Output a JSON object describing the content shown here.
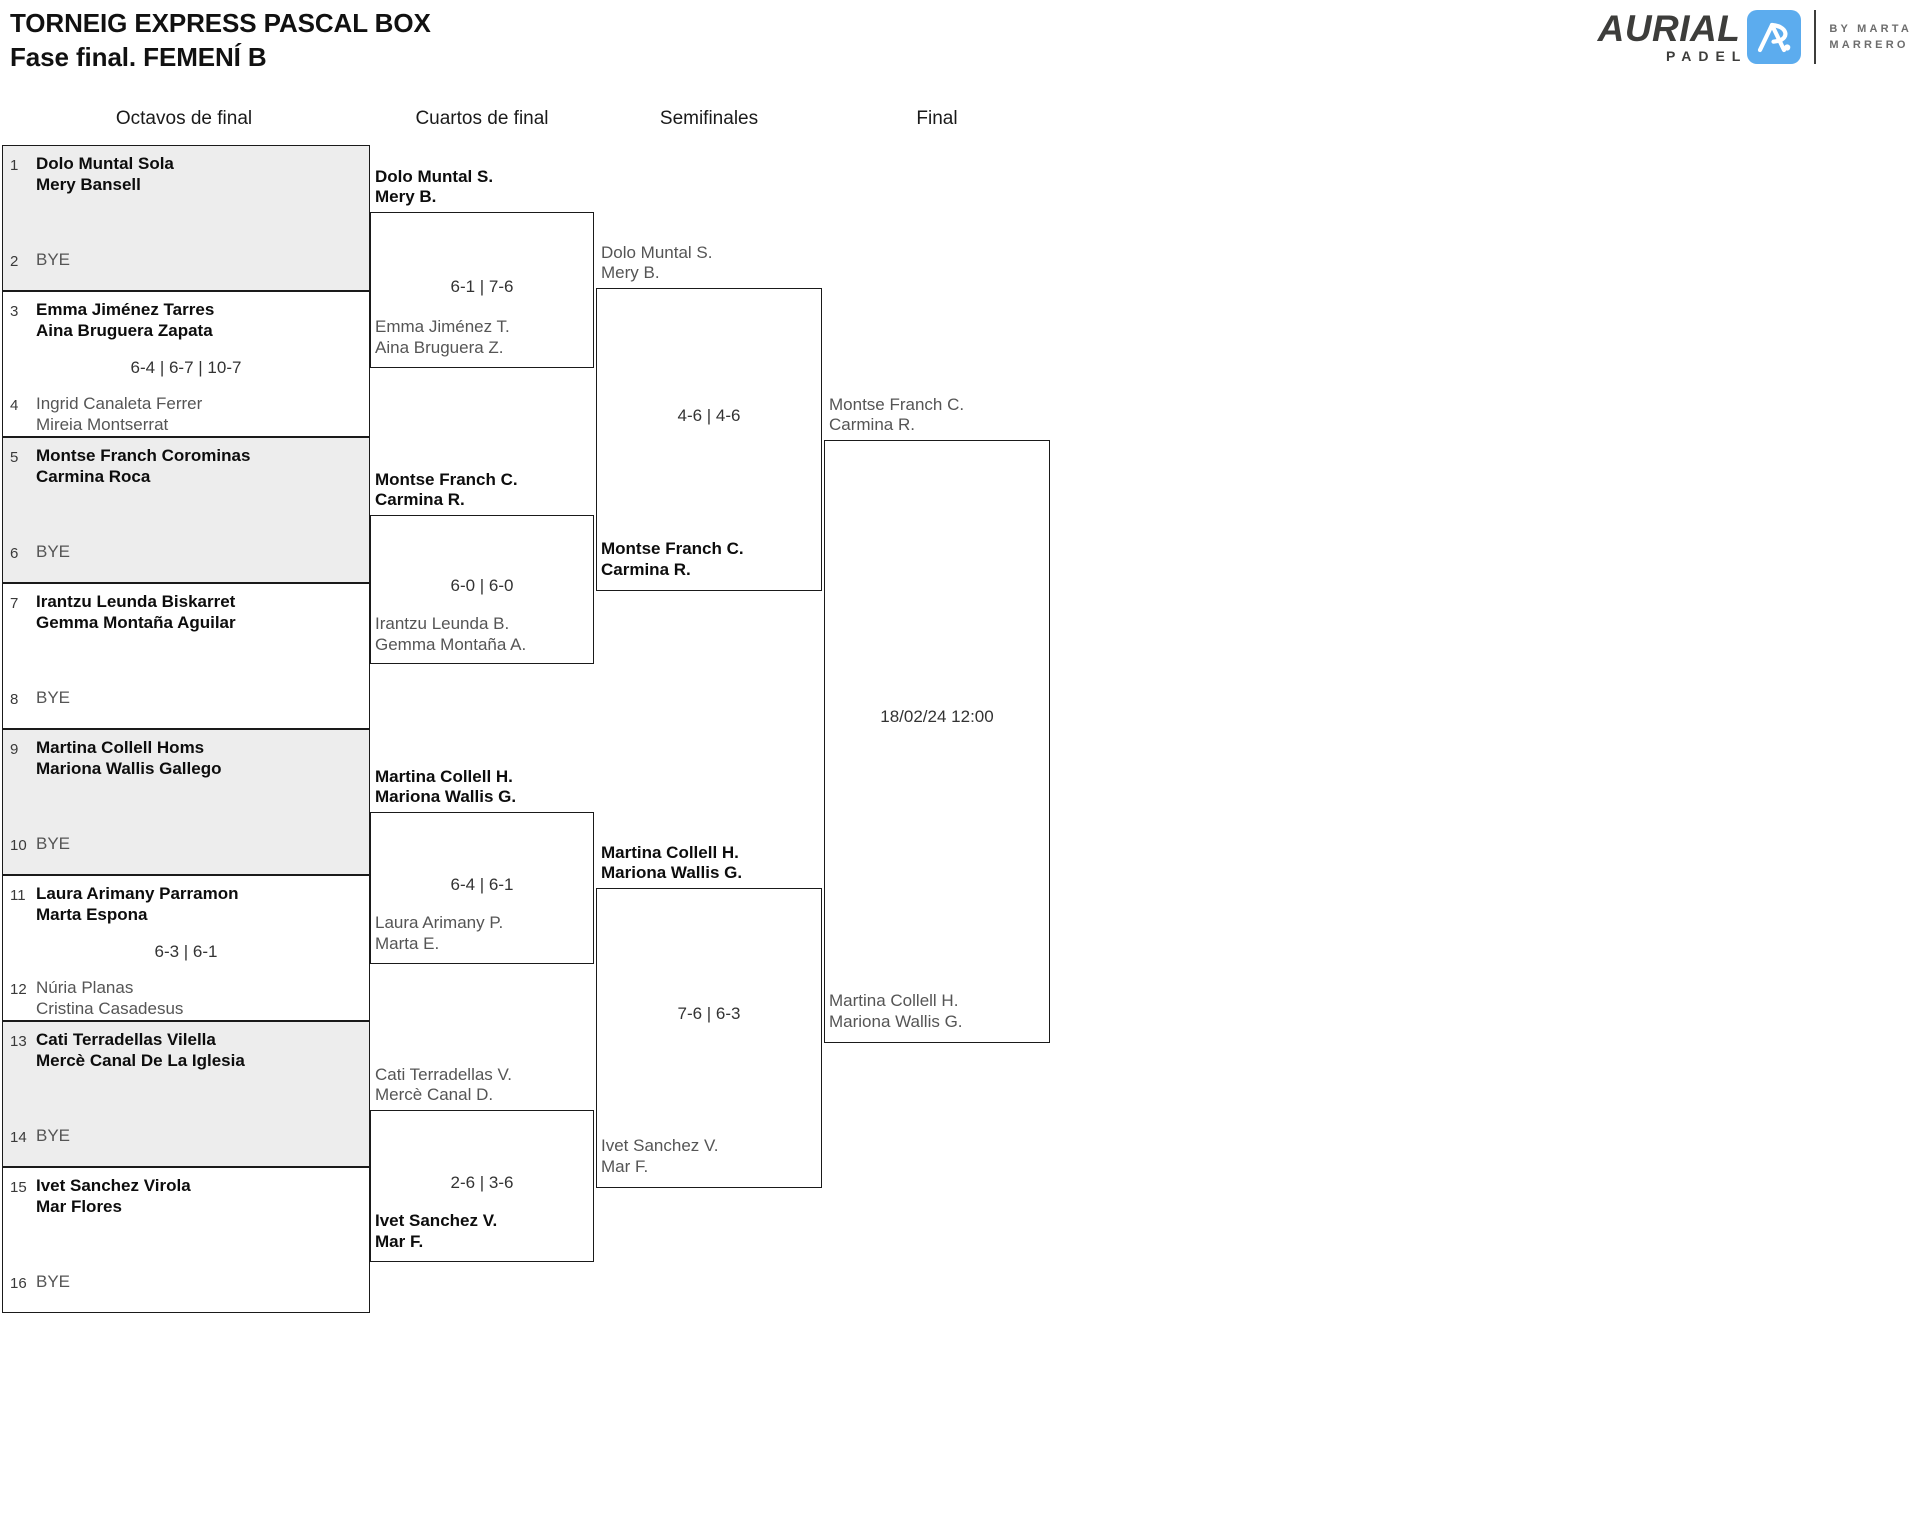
{
  "header": {
    "title_line1": "TORNEIG EXPRESS PASCAL BOX",
    "title_line2": "Fase final. FEMENÍ B"
  },
  "logo": {
    "word": "AURIAL",
    "sub": "PADEL",
    "by_line1": "BY MARTA",
    "by_line2": "MARRERO",
    "mark_color": "#5cacee",
    "text_color": "#3d3d3b"
  },
  "rounds": [
    {
      "label": "Octavos de final"
    },
    {
      "label": "Cuartos de final"
    },
    {
      "label": "Semifinales"
    },
    {
      "label": "Final"
    }
  ],
  "round1": [
    {
      "shaded": true,
      "top_seed": "1",
      "top_names": [
        "Dolo Muntal Sola",
        "Mery Bansell"
      ],
      "top_state": "win",
      "bot_seed": "2",
      "bot_names": [
        "BYE"
      ],
      "bot_state": "bye",
      "score": ""
    },
    {
      "shaded": false,
      "top_seed": "3",
      "top_names": [
        "Emma Jiménez Tarres",
        "Aina Bruguera Zapata"
      ],
      "top_state": "win",
      "bot_seed": "4",
      "bot_names": [
        "Ingrid Canaleta Ferrer",
        "Mireia Montserrat"
      ],
      "bot_state": "lose",
      "score": "6-4 | 6-7 | 10-7"
    },
    {
      "shaded": true,
      "top_seed": "5",
      "top_names": [
        "Montse Franch Corominas",
        "Carmina Roca"
      ],
      "top_state": "win",
      "bot_seed": "6",
      "bot_names": [
        "BYE"
      ],
      "bot_state": "bye",
      "score": ""
    },
    {
      "shaded": false,
      "top_seed": "7",
      "top_names": [
        "Irantzu Leunda Biskarret",
        "Gemma Montaña Aguilar"
      ],
      "top_state": "win",
      "bot_seed": "8",
      "bot_names": [
        "BYE"
      ],
      "bot_state": "bye",
      "score": ""
    },
    {
      "shaded": true,
      "top_seed": "9",
      "top_names": [
        "Martina Collell Homs",
        "Mariona Wallis Gallego"
      ],
      "top_state": "win",
      "bot_seed": "10",
      "bot_names": [
        "BYE"
      ],
      "bot_state": "bye",
      "score": ""
    },
    {
      "shaded": false,
      "top_seed": "11",
      "top_names": [
        "Laura Arimany Parramon",
        "Marta Espona"
      ],
      "top_state": "win",
      "bot_seed": "12",
      "bot_names": [
        "Núria Planas",
        "Cristina Casadesus"
      ],
      "bot_state": "lose",
      "score": "6-3 | 6-1"
    },
    {
      "shaded": true,
      "top_seed": "13",
      "top_names": [
        "Cati Terradellas Vilella",
        "Mercè Canal De La Iglesia"
      ],
      "top_state": "win",
      "bot_seed": "14",
      "bot_names": [
        "BYE"
      ],
      "bot_state": "bye",
      "score": ""
    },
    {
      "shaded": false,
      "top_seed": "15",
      "top_names": [
        "Ivet Sanchez Virola",
        "Mar Flores"
      ],
      "top_state": "win",
      "bot_seed": "16",
      "bot_names": [
        "BYE"
      ],
      "bot_state": "bye",
      "score": ""
    }
  ],
  "round2": [
    {
      "top_names": [
        "Dolo Muntal S.",
        "Mery B."
      ],
      "top_state": "win",
      "bot_names": [
        "Emma Jiménez T.",
        "Aina Bruguera Z."
      ],
      "bot_state": "lose",
      "score": "6-1 | 7-6"
    },
    {
      "top_names": [
        "Montse Franch C.",
        "Carmina R."
      ],
      "top_state": "win",
      "bot_names": [
        "Irantzu Leunda B.",
        "Gemma Montaña A."
      ],
      "bot_state": "lose",
      "score": "6-0 | 6-0"
    },
    {
      "top_names": [
        "Martina Collell H.",
        "Mariona Wallis G."
      ],
      "top_state": "win",
      "bot_names": [
        "Laura Arimany P.",
        "Marta E."
      ],
      "bot_state": "lose",
      "score": "6-4 | 6-1"
    },
    {
      "top_names": [
        "Cati Terradellas V.",
        "Mercè Canal D."
      ],
      "top_state": "lose",
      "bot_names": [
        "Ivet Sanchez V.",
        "Mar F."
      ],
      "bot_state": "win",
      "score": "2-6 | 3-6"
    }
  ],
  "round3": [
    {
      "top_names": [
        "Dolo Muntal S.",
        "Mery B."
      ],
      "top_state": "lose",
      "bot_names": [
        "Montse Franch C.",
        "Carmina R."
      ],
      "bot_state": "win",
      "score": "4-6 | 4-6"
    },
    {
      "top_names": [
        "Martina Collell H.",
        "Mariona Wallis G."
      ],
      "top_state": "win",
      "bot_names": [
        "Ivet Sanchez V.",
        "Mar F."
      ],
      "bot_state": "lose",
      "score": "7-6 | 6-3"
    }
  ],
  "round4": {
    "top_names": [
      "Montse Franch C.",
      "Carmina R."
    ],
    "top_state": "lose",
    "bot_names": [
      "Martina Collell H.",
      "Mariona Wallis G."
    ],
    "bot_state": "lose",
    "datetime": "18/02/24 12:00"
  }
}
